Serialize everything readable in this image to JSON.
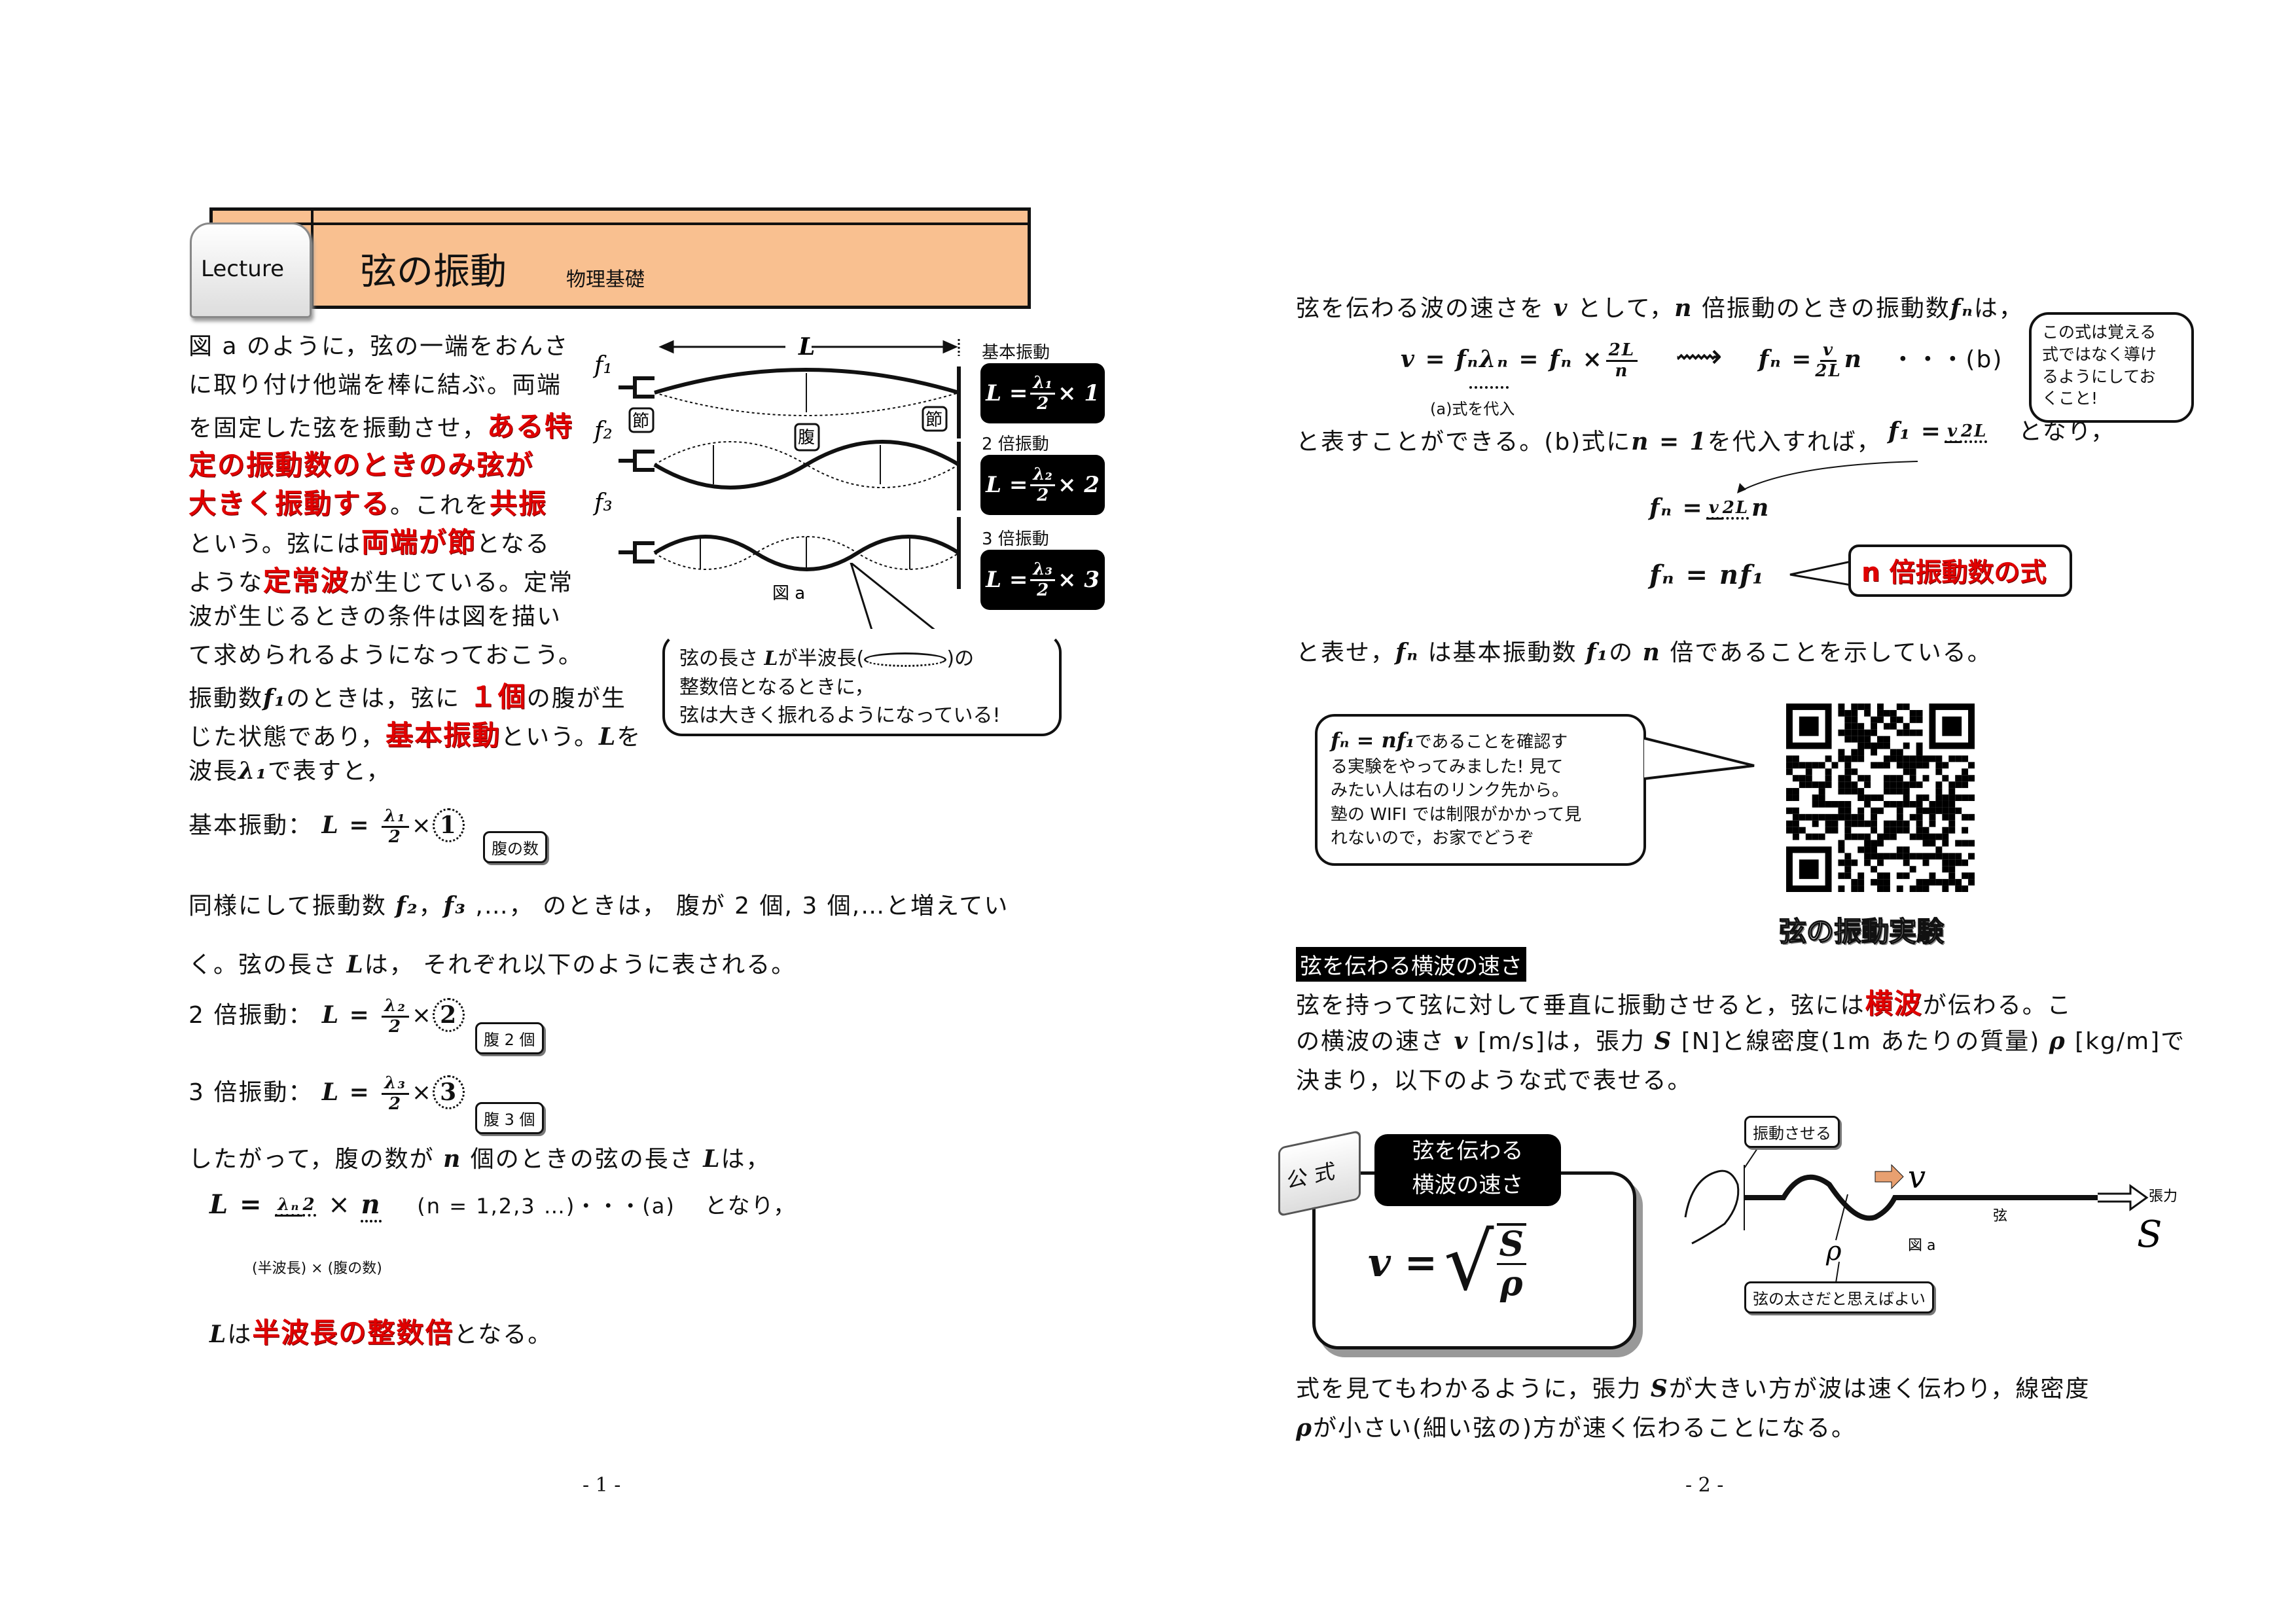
{
  "page1": {
    "header": {
      "badge": "Lecture",
      "title": "弦の振動",
      "subtitle": "物理基礎",
      "color": "#f9c090"
    },
    "intro_lines": [
      [
        " 図 a のように，弦の一端をおんさ"
      ],
      [
        "に取り付け他端を棒に結ぶ。両端"
      ],
      [
        "を固定した弦を振動させ，",
        {
          "r": "ある特"
        }
      ],
      [
        {
          "r": "定の振動数のときのみ弦が"
        }
      ],
      [
        {
          "r": "大きく振動する"
        },
        "。これを",
        {
          "r": "共振"
        }
      ],
      [
        "という。弦には",
        {
          "r": "両端が節"
        },
        "となる"
      ],
      [
        "ような",
        {
          "r": "定常波"
        },
        "が生じている。定常"
      ],
      [
        "波が生じるときの条件は図を描い"
      ],
      [
        "て求められるようになっておこう。"
      ],
      [
        "振動数",
        {
          "m": "f₁"
        },
        "のときは，弦に ",
        {
          "r": "１個"
        },
        "の腹が生"
      ],
      [
        "じた状態であり，",
        {
          "r": "基本振動"
        },
        "という。",
        {
          "m": "L"
        },
        "を"
      ],
      [
        "波長",
        {
          "m": "λ₁"
        },
        "で表すと，"
      ]
    ],
    "figure": {
      "length_label": "L",
      "f1": "f₁",
      "f2": "f₂",
      "f3": "f₃",
      "node_label": "節",
      "antinode_label": "腹",
      "caption": "図 a",
      "modes": [
        {
          "label": "基本振動",
          "lhs": "L =",
          "num": "λ₁",
          "den": "2",
          "mult": "× 1"
        },
        {
          "label": "2 倍振動",
          "lhs": "L =",
          "num": "λ₂",
          "den": "2",
          "mult": "× 2"
        },
        {
          "label": "3 倍振動",
          "lhs": "L =",
          "num": "λ₃",
          "den": "2",
          "mult": "× 3"
        }
      ]
    },
    "callout": {
      "line1a": "弦の長さ ",
      "L": "L",
      "line1b": "が半波長(",
      "line1c": ")の",
      "line2": "整数倍となるときに，",
      "line3": "弦は大きく振れるようになっている!"
    },
    "eq_basic": {
      "label": "基本振動：",
      "lhs": "L =",
      "num": "λ₁",
      "den": "2",
      "times": "×",
      "n": "1",
      "note": "腹の数"
    },
    "lines_mid": [
      [
        "同様にして振動数 ",
        {
          "m": "f₂"
        },
        "，",
        {
          "m": "f₃"
        },
        " ,…，  のときは，  腹が 2 個, 3 個,…と増えてい"
      ],
      [
        "く。弦の長さ ",
        {
          "m": "L"
        },
        "は，  それぞれ以下のように表される。"
      ]
    ],
    "eq_2": {
      "label": "2 倍振動：",
      "lhs": "L =",
      "num": "λ₂",
      "den": "2",
      "times": "×",
      "n": "2",
      "note": "腹 2 個"
    },
    "eq_3": {
      "label": "3 倍振動：",
      "lhs": "L =",
      "num": "λ₃",
      "den": "2",
      "times": "×",
      "n": "3",
      "note": "腹 3 個"
    },
    "line_n": [
      "したがって，腹の数が ",
      {
        "m": "n"
      },
      " 個のときの弦の長さ ",
      {
        "m": "L"
      },
      "は，"
    ],
    "eq_n": {
      "lhs": "L  =",
      "num": "λₙ",
      "den": "2",
      "times": "×",
      "n": "n",
      "cond": "(n = 1,2,3 …)・・・(a)",
      "after": "となり，",
      "under1": "(半波長)",
      "under_x": "×",
      "under2": "(腹の数)"
    },
    "conclusion": [
      {
        "m": "L"
      },
      "は",
      {
        "r": "半波長の整数倍"
      },
      "となる。"
    ],
    "page_number": "- 1 -"
  },
  "page2": {
    "line1": [
      "弦を伝わる波の速さを ",
      {
        "m": "v"
      },
      " として，",
      {
        "m": "n"
      },
      " 倍振動のときの振動数",
      {
        "m": "fₙ"
      },
      "は，"
    ],
    "eq1": {
      "lhs": "v = fₙλₙ = fₙ ×",
      "num": "2L",
      "den": "n",
      "rhs": "fₙ =",
      "num2": "v",
      "den2": "2L",
      "rhs_tail": "n",
      "tag": "・・・(b)",
      "sub_note": "(a)式を代入"
    },
    "note_bubble": [
      "この式は覚える",
      "式ではなく導け",
      "るようにしてお",
      "くこと!"
    ],
    "line2": [
      "と表すことができる。(b)式に",
      {
        "m": "n = 1"
      },
      "を代入すれば，"
    ],
    "eq_f1": {
      "lhs": "f₁ =",
      "num": "v",
      "den": "2L",
      "after": "となり，"
    },
    "eq_fn": {
      "lhs": "fₙ =",
      "num": "v",
      "den": "2L",
      "tail": "n"
    },
    "eq_fn2": "fₙ = nf₁",
    "fn_bubble": "n 倍振動数の式",
    "line3": [
      "と表せ，",
      {
        "m": "fₙ"
      },
      " は基本振動数 ",
      {
        "m": "f₁"
      },
      "の ",
      {
        "m": "n"
      },
      " 倍であることを示している。"
    ],
    "experiment_bubble": {
      "formula": "fₙ = nf₁",
      "lines": [
        "であることを確認す",
        "る実験をやってみました!  見て",
        "みたい人は右のリンク先から。",
        "塾の WIFI では制限がかかって見",
        "れないので，お家でどうぞ"
      ]
    },
    "qr_caption": "弦の振動実験",
    "section_heading": "弦を伝わる横波の速さ",
    "para": [
      [
        "  弦を持って弦に対して垂直に振動させると，弦には",
        {
          "r": "横波"
        },
        "が伝わる。こ"
      ],
      [
        "の横波の速さ ",
        {
          "m": "v"
        },
        " [m/s]は，張力 ",
        {
          "m": "S"
        },
        " [N]と線密度(1m あたりの質量) ",
        {
          "m": "ρ"
        },
        " [kg/m]で"
      ],
      [
        "決まり，以下のような式で表せる。"
      ]
    ],
    "formula_box": {
      "tab": "公 式",
      "title1": "弦を伝わる",
      "title2": "横波の速さ",
      "lhs": "v =",
      "num": "S",
      "den": "ρ"
    },
    "wave_figure": {
      "shake_label": "振動させる",
      "v": "v",
      "rho": "ρ",
      "string_label": "弦",
      "tension_label": "張力",
      "S": "S",
      "caption": "図 a",
      "thickness_note": "弦の太さだと思えばよい",
      "arrow_color": "#e8a070"
    },
    "closing": [
      [
        "  式を見てもわかるように，張力 ",
        {
          "m": "S"
        },
        "が大きい方が波は速く伝わり，線密度"
      ],
      [
        {
          "m": "ρ"
        },
        "が小さい(細い弦の)方が速く伝わることになる。"
      ]
    ],
    "page_number": "- 2 -"
  }
}
